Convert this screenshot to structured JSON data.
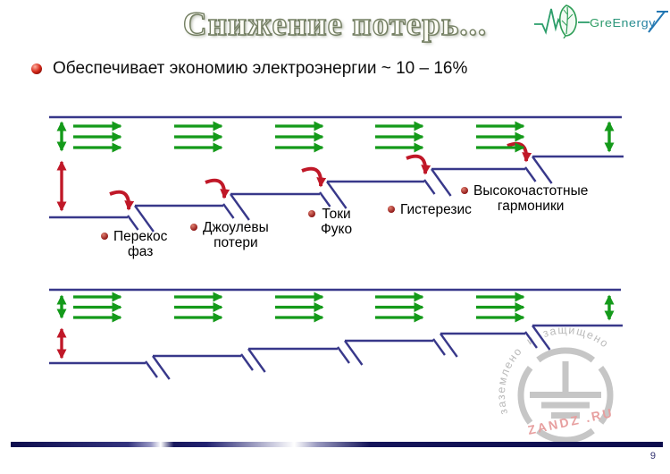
{
  "title": "Снижение потерь...",
  "logo": {
    "text": "GreEnergy"
  },
  "bullet_text": "Обеспечивает экономию электроэнергии ~ 10 – 16%",
  "losses": [
    {
      "label": "Перекос\nфаз"
    },
    {
      "label": "Джоулевы\nпотери"
    },
    {
      "label": "Токи\nФуко"
    },
    {
      "label": "Гистерезис"
    },
    {
      "label": "Высокочастотные\nгармоники"
    }
  ],
  "watermark": {
    "arc_text": "заземлено  и  защищено",
    "brand": "ZANDZ .RU"
  },
  "footer": {
    "page_number": "9"
  },
  "colors": {
    "line_navy": "#38388a",
    "arrow_green": "#149a1a",
    "arrow_red": "#c01828",
    "bullet_dark_red": "#8b1212",
    "watermark_gray": "#c6c6c6",
    "brand_pink": "#e79f9f"
  }
}
